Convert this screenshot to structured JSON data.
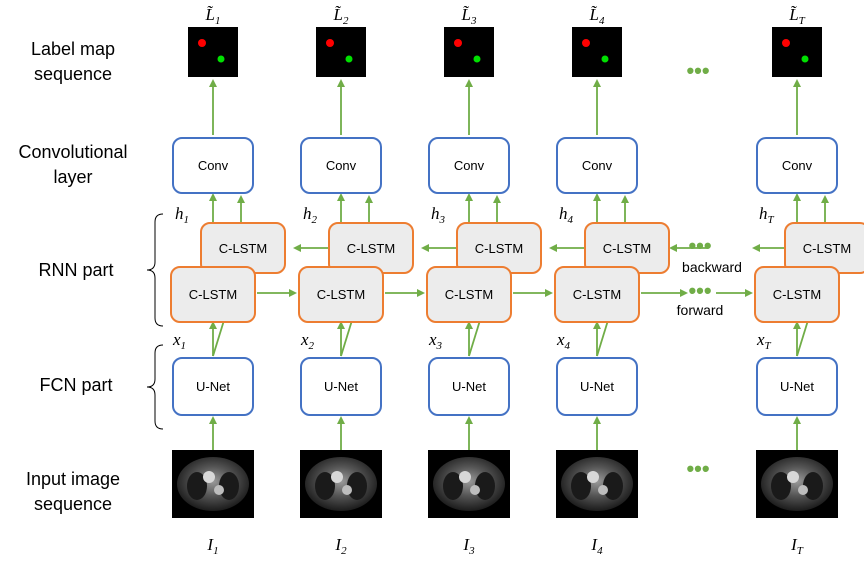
{
  "row_labels": {
    "label_map": [
      "Label map",
      "sequence"
    ],
    "conv": [
      "Convolutional",
      "layer"
    ],
    "rnn": [
      "RNN part"
    ],
    "fcn": [
      "FCN part"
    ],
    "input": [
      "Input image",
      "sequence"
    ]
  },
  "columns": [
    {
      "index": "1"
    },
    {
      "index": "2"
    },
    {
      "index": "3"
    },
    {
      "index": "4"
    },
    {
      "index": "T"
    }
  ],
  "symbols": {
    "label_map": "L̃",
    "hidden": "h",
    "feature": "x",
    "image": "I"
  },
  "box_labels": {
    "conv": "Conv",
    "clstm": "C-LSTM",
    "unet": "U-Net"
  },
  "directions": {
    "forward": "forward",
    "backward": "backward"
  },
  "ellipsis": "•••",
  "colors": {
    "arrow": "#70ad47",
    "box_border_blue": "#4472c4",
    "box_border_orange": "#ed7d31",
    "lstm_fill": "#ececec",
    "red_dot": "#ff0000",
    "green_dot": "#00e000"
  }
}
